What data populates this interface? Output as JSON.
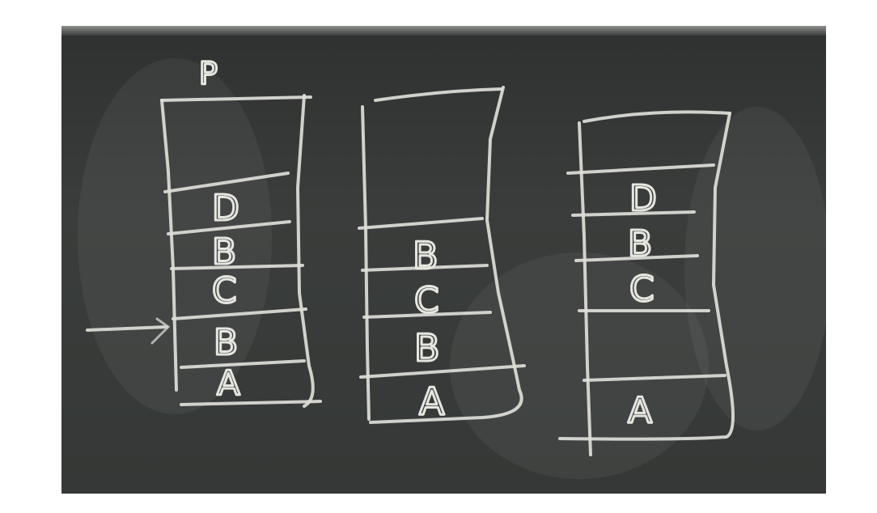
{
  "board": {
    "pointer_label": "P",
    "stacks": [
      {
        "labels": [
          "D",
          "B",
          "C",
          "B",
          "A"
        ]
      },
      {
        "labels": [
          "B",
          "C",
          "B",
          "A"
        ]
      },
      {
        "labels": [
          "D",
          "B",
          "C",
          "A"
        ]
      }
    ]
  }
}
